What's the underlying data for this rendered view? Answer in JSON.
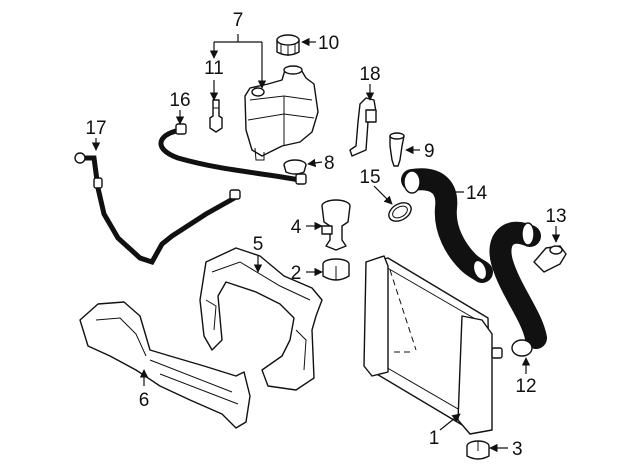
{
  "diagram": {
    "callouts": {
      "c1": "1",
      "c2": "2",
      "c3": "3",
      "c4": "4",
      "c5": "5",
      "c6": "6",
      "c7": "7",
      "c8": "8",
      "c9": "9",
      "c10": "10",
      "c11": "11",
      "c12": "12",
      "c13": "13",
      "c14": "14",
      "c15": "15",
      "c16": "16",
      "c17": "17",
      "c18": "18"
    },
    "colors": {
      "line": "#111111",
      "background": "#ffffff"
    }
  }
}
